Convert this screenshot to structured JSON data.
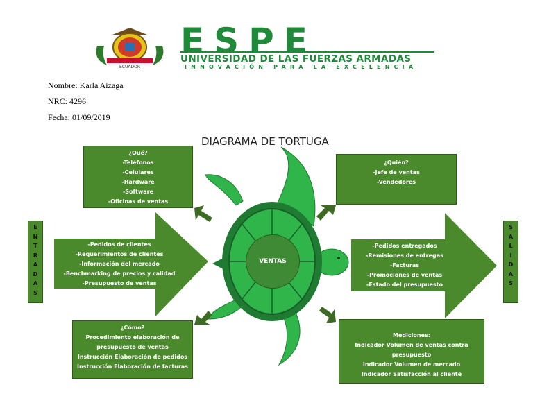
{
  "header": {
    "logo_text": "ESPE",
    "university": "UNIVERSIDAD DE LAS FUERZAS ARMADAS",
    "motto": "INNOVACIÓN PARA LA EXCELENCIA",
    "seal_text": "ECUADOR"
  },
  "student": {
    "name": "Nombre: Karla Aizaga",
    "nrc": "NRC: 4296",
    "date": "Fecha: 01/09/2019"
  },
  "diagram": {
    "title": "DIAGRAMA DE TORTUGA",
    "center": "VENTAS",
    "que": {
      "heading": "¿Qué?",
      "items": [
        "-Teléfonos",
        "-Celulares",
        "-Hardware",
        "-Software",
        "-Oficinas de ventas"
      ]
    },
    "quien": {
      "heading": "¿Quién?",
      "items": [
        "-Jefe de ventas",
        "-Vendedores"
      ]
    },
    "entradas": {
      "label": [
        "E",
        "N",
        "T",
        "R",
        "A",
        "D",
        "A",
        "S"
      ],
      "items": [
        "-Pedidos de clientes",
        "-Requerimientos de clientes",
        "-Información del mercado",
        "-Benchmarking de precios y calidad",
        "-Presupuesto de ventas"
      ]
    },
    "salidas": {
      "label": [
        "S",
        "A",
        "L",
        "I",
        "D",
        "A",
        "S"
      ],
      "items": [
        "-Pedidos entregados",
        "-Remisiones de entregas",
        "-Facturas",
        "-Promociones de ventas",
        "-Estado del presupuesto"
      ]
    },
    "como": {
      "heading": "¿Cómo?",
      "items": [
        "Procedimiento elaboración de",
        "presupuesto de ventas",
        "Instrucción Elaboración de pedidos",
        "Instrucción Elaboración de facturas"
      ]
    },
    "mediciones": {
      "heading": "Mediciones:",
      "items": [
        "Indicador Volumen de ventas contra",
        "presupuesto",
        "Indicador Volumen de mercado",
        "Indicador Satisfacción al cliente"
      ]
    },
    "colors": {
      "box": "#4b8a2c",
      "turtle_light": "#2fb54a",
      "turtle_dark": "#1f7a32",
      "center": "#3f8a35",
      "brand": "#1f8a3a"
    }
  }
}
